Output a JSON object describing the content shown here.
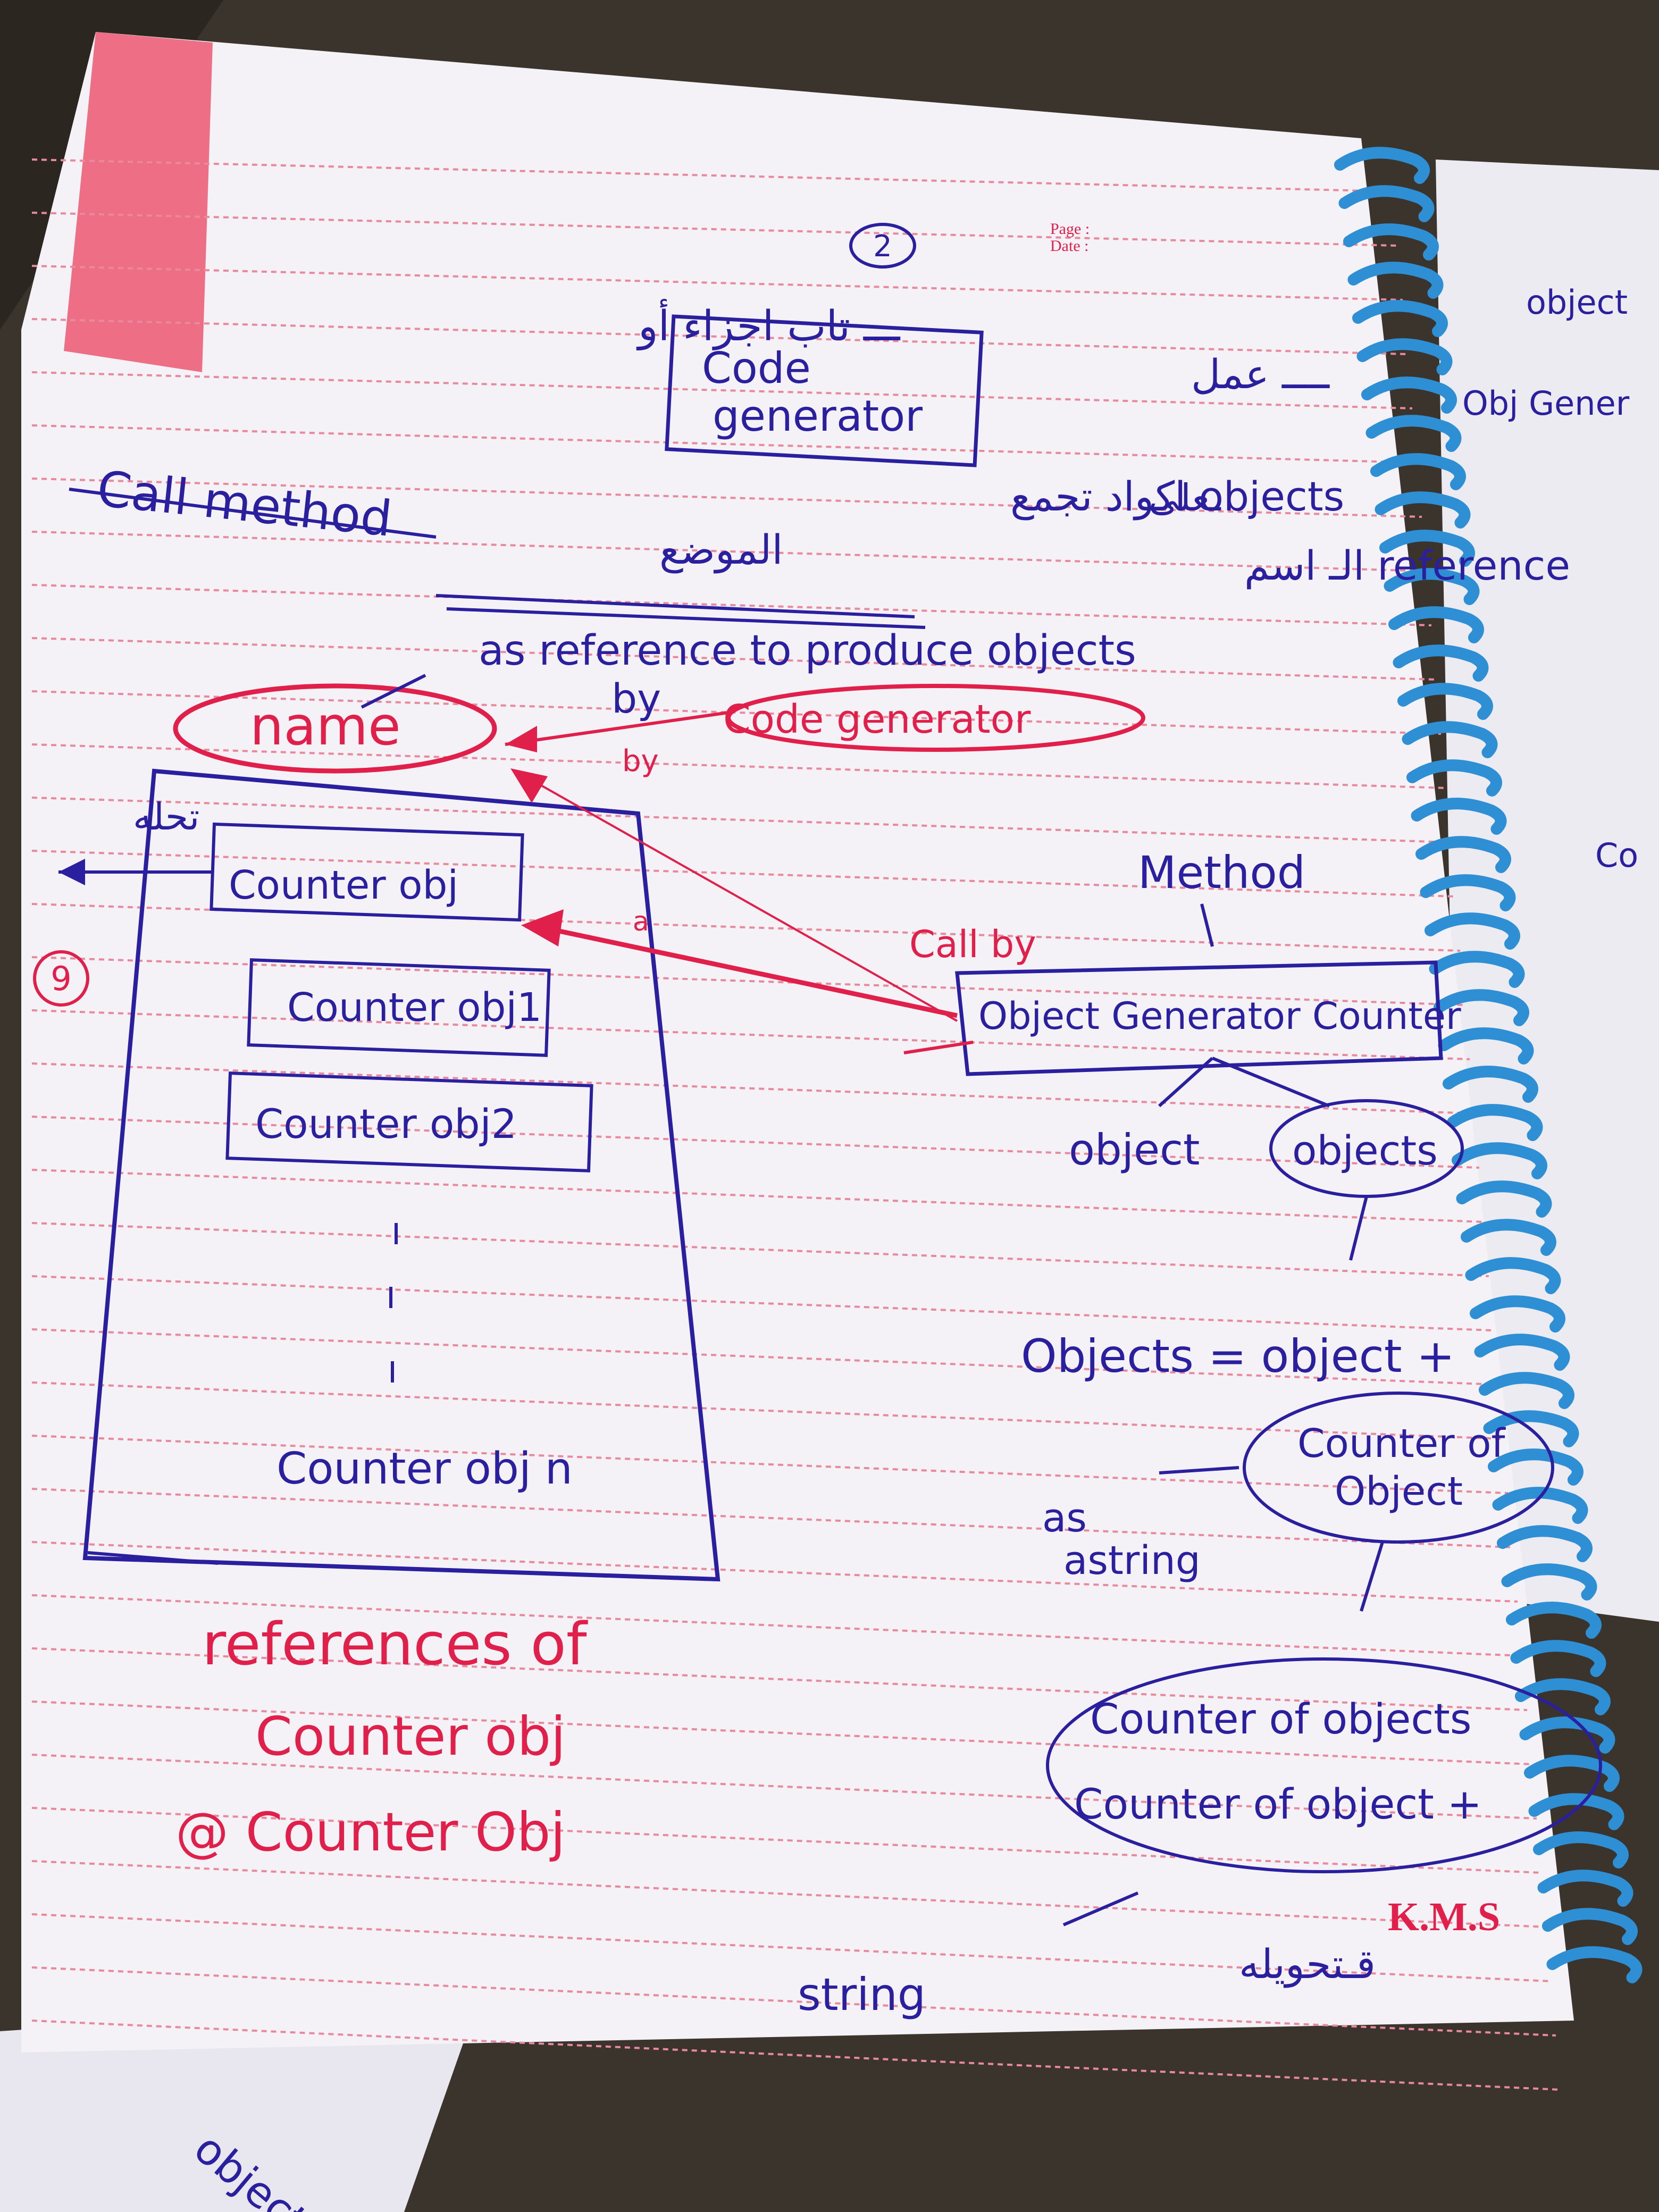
{
  "page": {
    "page_number": "2",
    "header_page_label": "Page :",
    "header_date_label": "Date :",
    "brand": "K.M.S"
  },
  "notes": {
    "arabic_line1": "ـــ تاب اجزاء أو",
    "arabic_line1b": "ــــ عمل",
    "arabic_line2": "objects اكواد تجمع",
    "arabic_line2b": "ـعلى",
    "arabic_line3": "reference الـ اسم",
    "arabic_line3b": "الموضع",
    "call_method": "Call method",
    "as_reference": "as reference to produce objects",
    "by_line": "by",
    "by_small": "by",
    "arrow_label_out": "تحله",
    "bottom_arabic": "قـتحويله",
    "bottom_string": "string"
  },
  "boxes": {
    "code_generator_line1": "Code",
    "code_generator_line2": "generator",
    "name": "name",
    "code_generator_oval": "Code generator",
    "method": "Method",
    "call_by": "Call by",
    "object_generator_counter": "Object Generator Counter",
    "object": "object",
    "objects": "objects",
    "objects_eq": "Objects = object +",
    "counter_of_object_line1": "Counter of",
    "counter_of_object_line2": "Object",
    "as_a_string_line1": "as",
    "as_a_string_line2": "astring",
    "counter_of_objects": "Counter of objects",
    "counter_of_object_plus": "Counter of object +",
    "label_a": "a",
    "label_9": "9"
  },
  "references_box": {
    "items": [
      "Counter obj",
      "Counter obj1",
      "Counter obj2",
      "Counter obj n"
    ],
    "caption_line1": "references of",
    "caption_line2": "Counter obj",
    "caption_line3": "@ Counter Obj"
  },
  "side_notes": {
    "right_top": "object",
    "right_mid": "Obj Gener",
    "right_low": "Co",
    "bottom_left": "objects"
  },
  "colors": {
    "ink_blue": "#2a1f9e",
    "ink_red": "#e0204a",
    "paper": "#f4f2f6",
    "rule_line": "#e88a9c",
    "spiral": "#2f8fd4"
  }
}
